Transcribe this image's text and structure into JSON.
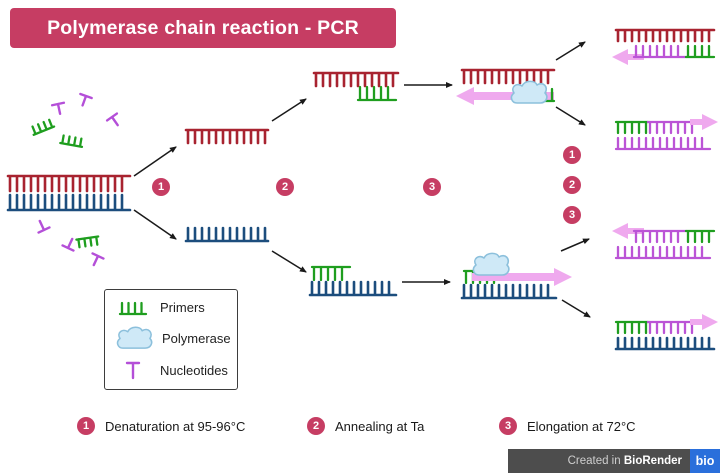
{
  "title": "Polymerase chain reaction - PCR",
  "legend": {
    "items": [
      {
        "label": "Primers"
      },
      {
        "label": "Polymerase"
      },
      {
        "label": "Nucleotides"
      }
    ]
  },
  "step_badges": {
    "diagram": [
      "1",
      "2",
      "3"
    ],
    "products": [
      "1",
      "2",
      "3"
    ]
  },
  "footer_steps": [
    {
      "num": "1",
      "label": "Denaturation at 95-96°C"
    },
    {
      "num": "2",
      "label": "Annealing at Ta"
    },
    {
      "num": "3",
      "label": "Elongation at 72°C"
    }
  ],
  "credit": {
    "prefix": "Created in",
    "brand": "BioRender",
    "logo_text": "bio"
  },
  "colors": {
    "banner": "#c63d63",
    "badge": "#c63d63",
    "strand_red": "#a82330",
    "strand_blue": "#1c4d7d",
    "primer_green": "#1f9e1f",
    "nucleotide_magenta": "#b44fd8",
    "new_strand_magenta": "#bb54d6",
    "new_strand_pink": "#efa9ee",
    "polymerase_fill": "#cfe9f7",
    "polymerase_stroke": "#8cc0dc",
    "arrow_black": "#1a1a1a",
    "credit_bar_bg": "#4d4d4d",
    "logo_blue": "#2a6fdb"
  }
}
